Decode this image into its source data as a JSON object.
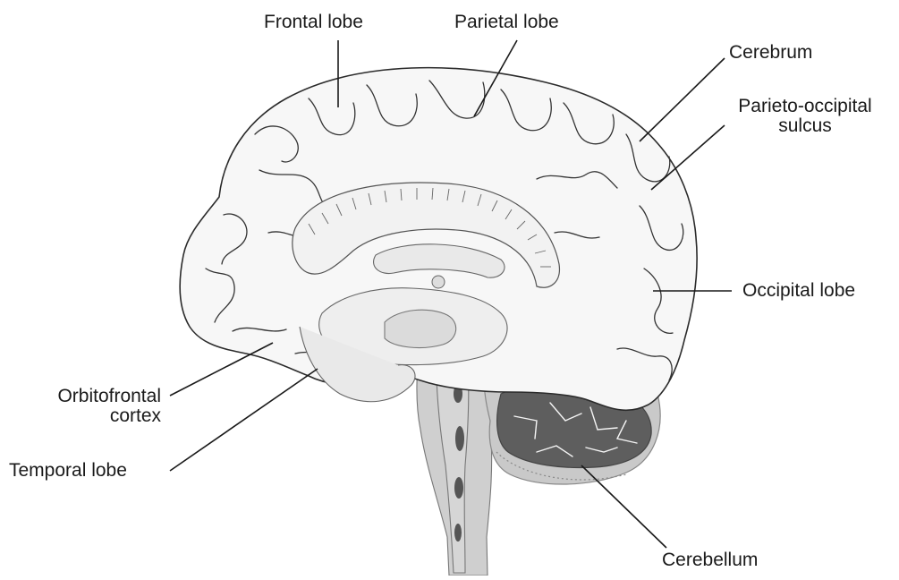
{
  "labels": {
    "frontal_lobe": "Frontal lobe",
    "parietal_lobe": "Parietal lobe",
    "cerebrum": "Cerebrum",
    "parieto_occipital_line1": "Parieto-occipital",
    "parieto_occipital_line2": "sulcus",
    "occipital_lobe": "Occipital lobe",
    "orbitofrontal_line1": "Orbitofrontal",
    "orbitofrontal_line2": "cortex",
    "temporal_lobe": "Temporal lobe",
    "cerebellum": "Cerebellum"
  },
  "colors": {
    "outline": "#2b2b2b",
    "brain_fill": "#f7f7f7",
    "brainstem": "#cfcfcf",
    "cerebellum_light": "#c9c9c9",
    "cerebellum_dark": "#5e5e5e"
  }
}
